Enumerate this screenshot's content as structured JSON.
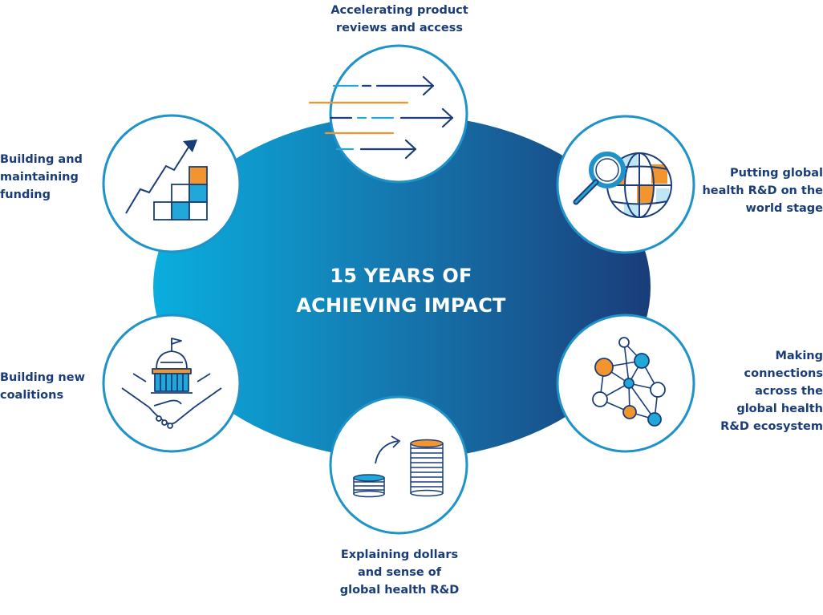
{
  "center": {
    "line1": "15 YEARS OF",
    "line2": "ACHIEVING IMPACT"
  },
  "colors": {
    "navy": "#1a3d7a",
    "cyan": "#22a8d8",
    "orange": "#f3952e",
    "ring": "#1f93c9",
    "gradient_start": "#0aaedf",
    "gradient_end": "#1a3d7a"
  },
  "nodes": [
    {
      "icon": "fast-arrows-icon",
      "label": [
        "Accelerating product",
        "reviews and access"
      ]
    },
    {
      "icon": "rising-bar-chart-icon",
      "label": [
        "Building and",
        "maintaining",
        "funding"
      ]
    },
    {
      "icon": "globe-magnifier-icon",
      "label": [
        "Putting global",
        "health R&D on the",
        "world stage"
      ]
    },
    {
      "icon": "capitol-handshake-icon",
      "label": [
        "Building new",
        "coalitions"
      ]
    },
    {
      "icon": "network-nodes-icon",
      "label": [
        "Making",
        "connections",
        "across the",
        "global health",
        "R&D ecosystem"
      ]
    },
    {
      "icon": "coin-stacks-icon",
      "label": [
        "Explaining dollars",
        "and sense of",
        "global health R&D"
      ]
    }
  ]
}
